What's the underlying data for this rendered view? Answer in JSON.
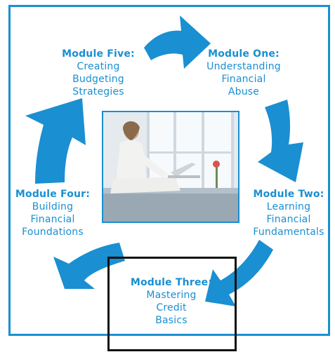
{
  "colors": {
    "accent": "#1a8fd1",
    "frame": "#1a8fd1",
    "highlight": "#111111"
  },
  "modules": [
    {
      "title": "Module One:",
      "lines": [
        "Understanding",
        "Financial",
        "Abuse"
      ]
    },
    {
      "title": "Module Two:",
      "lines": [
        "Learning",
        "Financial",
        "Fundamentals"
      ]
    },
    {
      "title": "Module Three:",
      "lines": [
        "Mastering",
        "Credit",
        "Basics"
      ]
    },
    {
      "title": "Module Four:",
      "lines": [
        "Building",
        "Financial",
        "Foundations"
      ]
    },
    {
      "title": "Module Five:",
      "lines": [
        "Creating",
        "Budgeting",
        "Strategies"
      ]
    }
  ],
  "photo": {
    "icon": "woman-with-laptop-photo"
  },
  "highlighted_module": "Module Three:"
}
